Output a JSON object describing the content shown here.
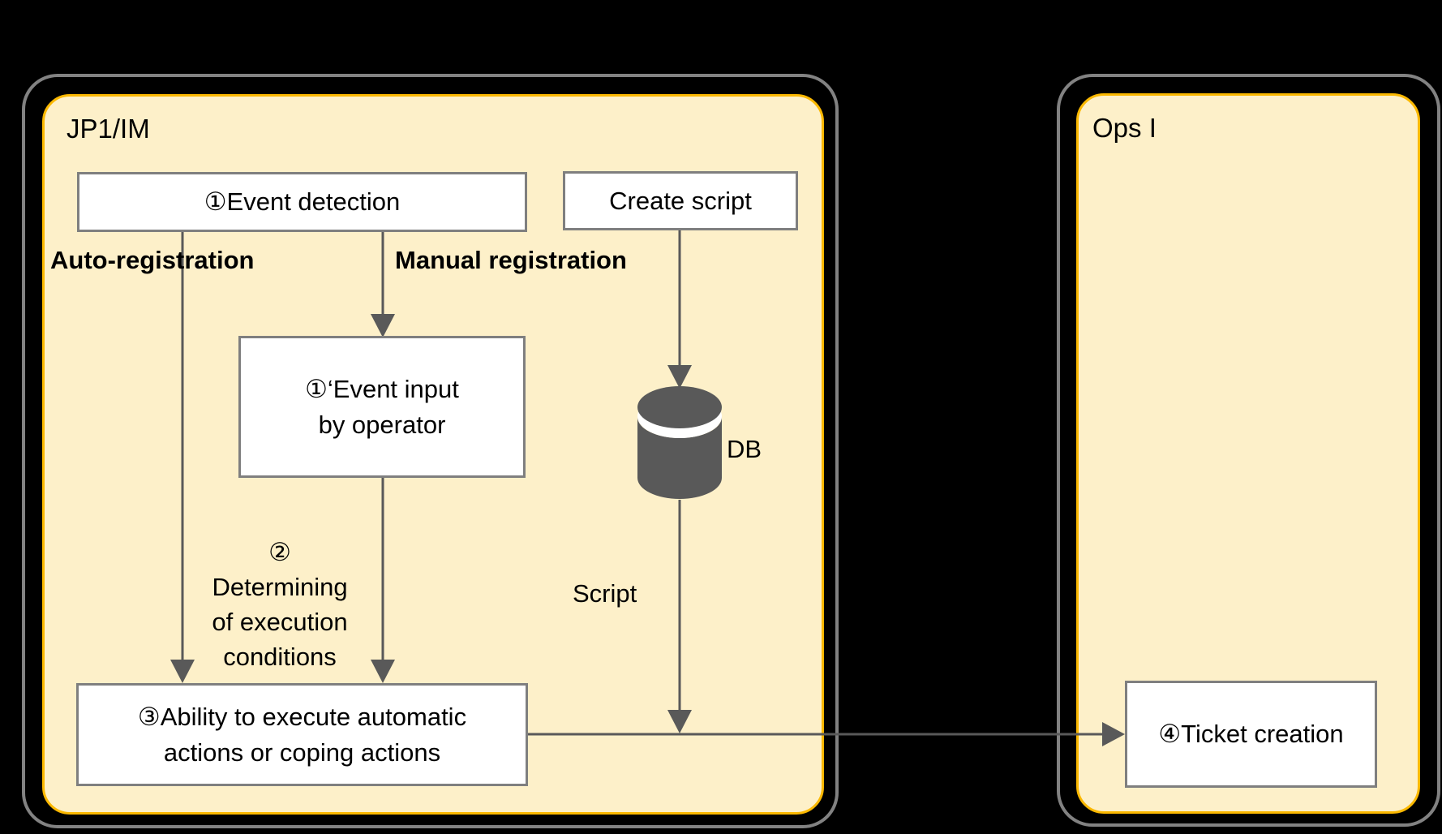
{
  "panels": {
    "jp1im": {
      "title": "JP1/IM"
    },
    "ops": {
      "title": "Ops I"
    }
  },
  "nodes": {
    "event_detection": {
      "label": "①Event detection"
    },
    "create_script": {
      "label": "Create script"
    },
    "event_input": {
      "label": "①‘Event input\nby operator"
    },
    "ability": {
      "label": "③Ability to execute automatic\nactions or coping actions"
    },
    "ticket": {
      "label": "④Ticket creation"
    }
  },
  "labels": {
    "auto_registration": "Auto-registration",
    "manual_registration": "Manual registration",
    "step2": "②\nDetermining\nof execution\nconditions",
    "script": "Script",
    "db": "DB"
  },
  "colors": {
    "background": "#000000",
    "panel_fill": "#FDF0C9",
    "panel_border": "#FBB800",
    "outer_border": "#828282",
    "box_fill": "#FFFFFF",
    "box_border": "#7F7F7F",
    "arrow": "#595959",
    "text": "#000000"
  }
}
